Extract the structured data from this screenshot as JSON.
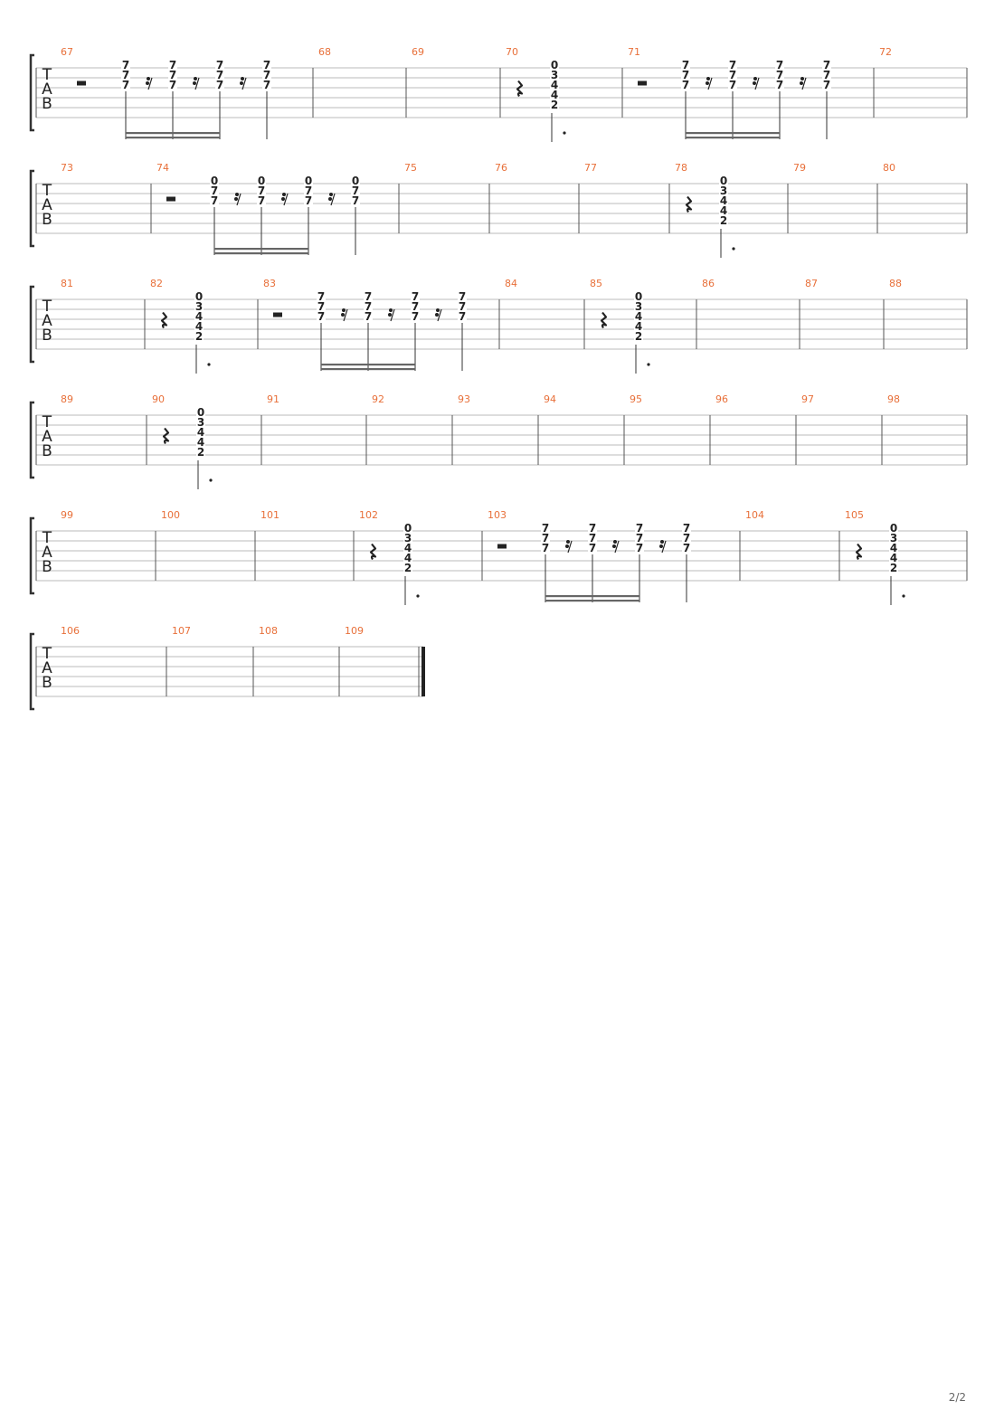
{
  "page": {
    "page_number": "2/2"
  },
  "tab_clef": [
    "T",
    "A",
    "B"
  ],
  "systems": [
    {
      "measures": [
        {
          "number": "67",
          "pattern": "A"
        },
        {
          "number": "68",
          "pattern": "empty"
        },
        {
          "number": "69",
          "pattern": "empty"
        },
        {
          "number": "70",
          "pattern": "C"
        },
        {
          "number": "71",
          "pattern": "A"
        },
        {
          "number": "72",
          "pattern": "empty"
        }
      ]
    },
    {
      "measures": [
        {
          "number": "73",
          "pattern": "empty"
        },
        {
          "number": "74",
          "pattern": "B"
        },
        {
          "number": "75",
          "pattern": "empty"
        },
        {
          "number": "76",
          "pattern": "empty"
        },
        {
          "number": "77",
          "pattern": "empty"
        },
        {
          "number": "78",
          "pattern": "C"
        },
        {
          "number": "79",
          "pattern": "empty"
        },
        {
          "number": "80",
          "pattern": "empty"
        }
      ]
    },
    {
      "measures": [
        {
          "number": "81",
          "pattern": "empty"
        },
        {
          "number": "82",
          "pattern": "C"
        },
        {
          "number": "83",
          "pattern": "A"
        },
        {
          "number": "84",
          "pattern": "empty"
        },
        {
          "number": "85",
          "pattern": "C"
        },
        {
          "number": "86",
          "pattern": "empty"
        },
        {
          "number": "87",
          "pattern": "empty"
        },
        {
          "number": "88",
          "pattern": "empty"
        }
      ]
    },
    {
      "measures": [
        {
          "number": "89",
          "pattern": "empty"
        },
        {
          "number": "90",
          "pattern": "C"
        },
        {
          "number": "91",
          "pattern": "empty"
        },
        {
          "number": "92",
          "pattern": "empty"
        },
        {
          "number": "93",
          "pattern": "empty"
        },
        {
          "number": "94",
          "pattern": "empty"
        },
        {
          "number": "95",
          "pattern": "empty"
        },
        {
          "number": "96",
          "pattern": "empty"
        },
        {
          "number": "97",
          "pattern": "empty"
        },
        {
          "number": "98",
          "pattern": "empty"
        }
      ]
    },
    {
      "measures": [
        {
          "number": "99",
          "pattern": "empty"
        },
        {
          "number": "100",
          "pattern": "empty"
        },
        {
          "number": "101",
          "pattern": "empty"
        },
        {
          "number": "102",
          "pattern": "C"
        },
        {
          "number": "103",
          "pattern": "A"
        },
        {
          "number": "104",
          "pattern": "empty"
        },
        {
          "number": "105",
          "pattern": "C"
        }
      ]
    },
    {
      "measures": [
        {
          "number": "106",
          "pattern": "empty"
        },
        {
          "number": "107",
          "pattern": "empty"
        },
        {
          "number": "108",
          "pattern": "empty"
        },
        {
          "number": "109",
          "pattern": "empty"
        }
      ],
      "final_barline": true
    }
  ],
  "chords": {
    "A": [
      {
        "string": 1,
        "fret": "7"
      },
      {
        "string": 2,
        "fret": "7"
      },
      {
        "string": 3,
        "fret": "7"
      }
    ],
    "B": [
      {
        "string": 1,
        "fret": "0"
      },
      {
        "string": 2,
        "fret": "7"
      },
      {
        "string": 3,
        "fret": "7"
      }
    ],
    "C": [
      {
        "string": 1,
        "fret": "0"
      },
      {
        "string": 2,
        "fret": "3"
      },
      {
        "string": 3,
        "fret": "4"
      },
      {
        "string": 4,
        "fret": "4"
      },
      {
        "string": 5,
        "fret": "2"
      }
    ]
  },
  "patterns": {
    "A": {
      "rest": "half",
      "chord": "A",
      "hits": 4,
      "rhythm": "sixteenth-with-rests"
    },
    "B": {
      "rest": "half",
      "chord": "B",
      "hits": 4,
      "rhythm": "sixteenth-with-rests"
    },
    "C": {
      "rest": "quarter",
      "chord": "C",
      "hits": 1,
      "rhythm": "dotted-half"
    },
    "empty": {
      "rest": "none",
      "hits": 0
    }
  },
  "colors": {
    "measure_number": "#e8703a",
    "staff_line": "#bbbbbb",
    "barline": "#555555",
    "fret": "#222222",
    "beam": "#666666",
    "bracket": "#333333"
  }
}
